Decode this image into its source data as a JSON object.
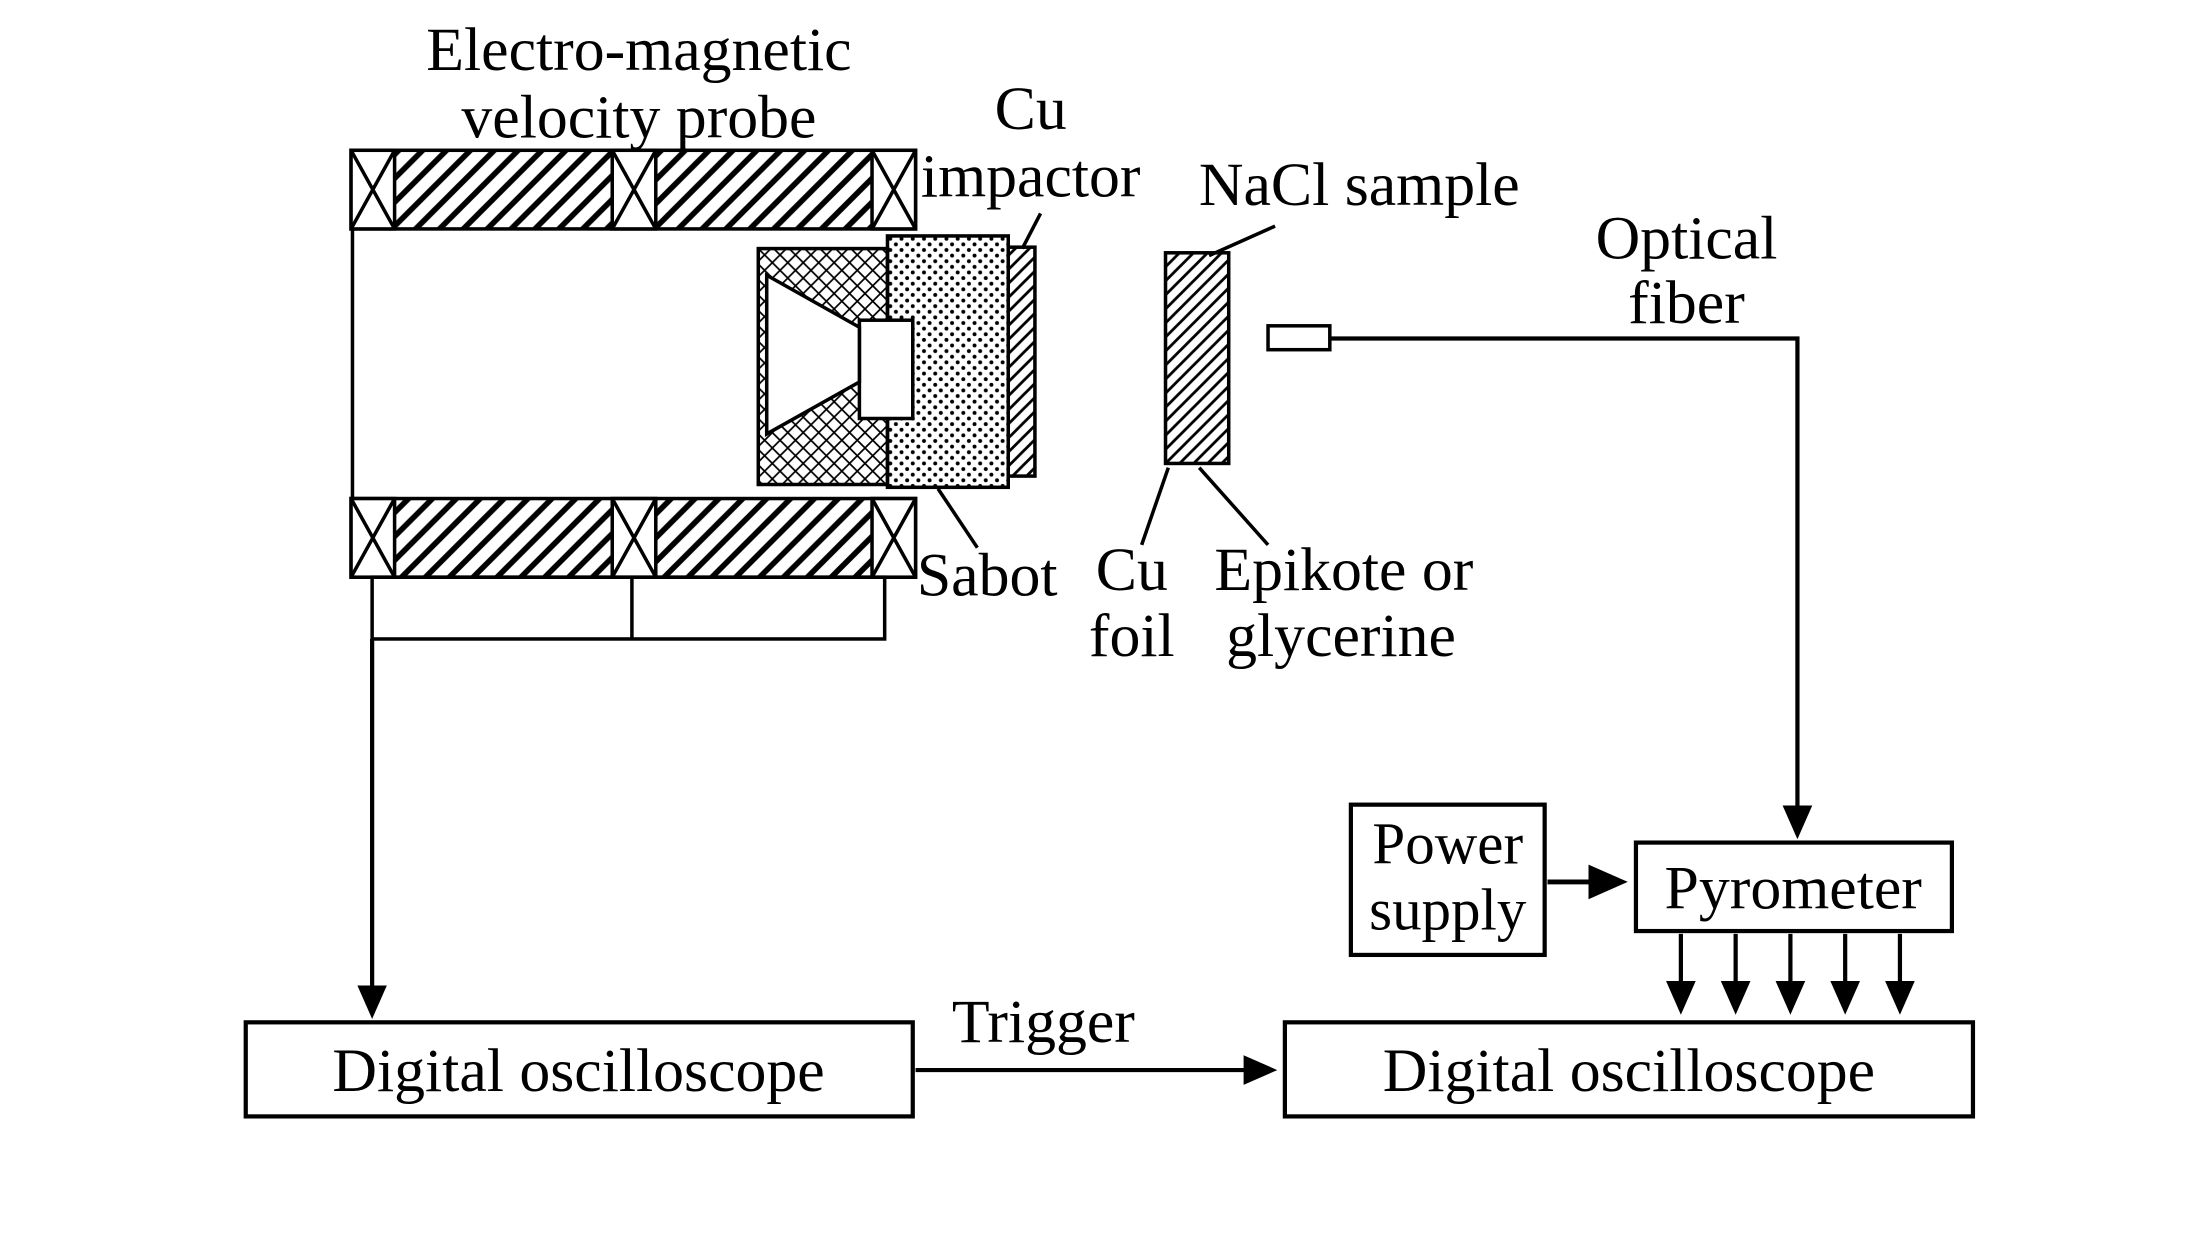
{
  "diagram": {
    "probe_label_line1": "Electro-magnetic",
    "probe_label_line2": "velocity probe",
    "impactor_label_line1": "Cu",
    "impactor_label_line2": "impactor",
    "sample_label": "NaCl sample",
    "fiber_label_line1": "Optical",
    "fiber_label_line2": "fiber",
    "sabot_label": "Sabot",
    "foil_label_line1": "Cu",
    "foil_label_line2": "foil",
    "buffer_label_line1": "Epikote or",
    "buffer_label_line2": "glycerine",
    "power_supply_line1": "Power",
    "power_supply_line2": "supply",
    "pyrometer_label": "Pyrometer",
    "trigger_label": "Trigger",
    "left_oscilloscope_label": "Digital oscilloscope",
    "right_oscilloscope_label": "Digital oscilloscope"
  },
  "colors": {
    "ink": "#000000",
    "background": "#ffffff"
  }
}
